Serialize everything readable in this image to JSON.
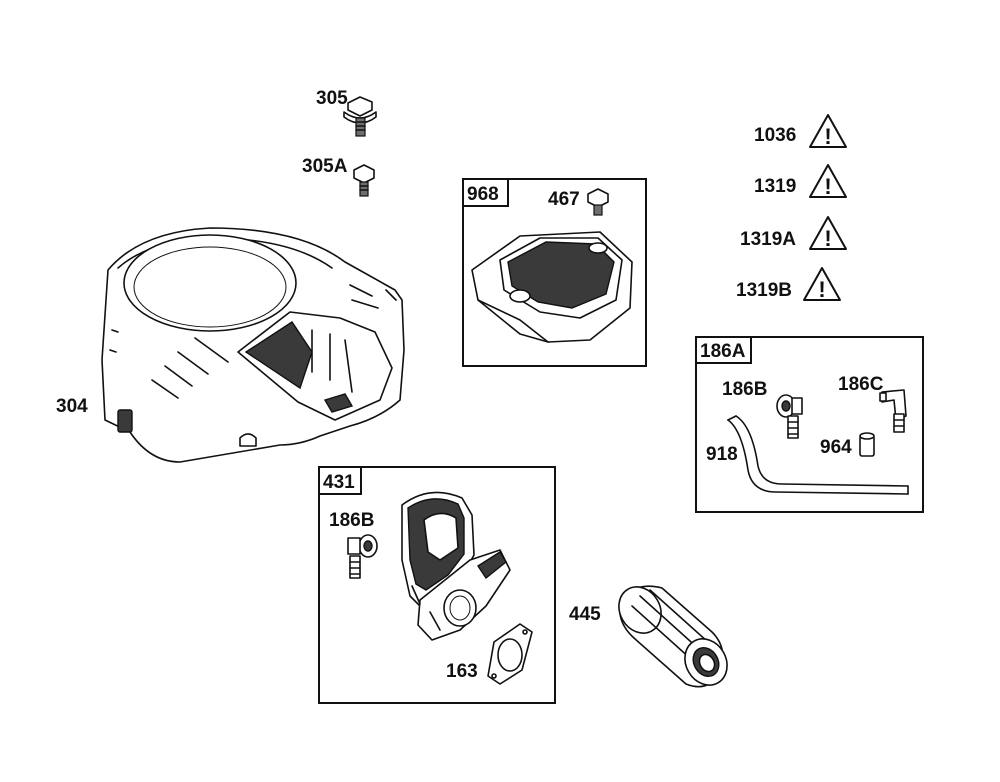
{
  "parts": {
    "p305": "305",
    "p305a": "305A",
    "p304": "304",
    "p968": "968",
    "p467": "467",
    "p1036": "1036",
    "p1319": "1319",
    "p1319a": "1319A",
    "p1319b": "1319B",
    "p186a": "186A",
    "p186b_kit": "186B",
    "p186c": "186C",
    "p918": "918",
    "p964": "964",
    "p431": "431",
    "p186b": "186B",
    "p163": "163",
    "p445": "445"
  },
  "warning_symbol": "!",
  "colors": {
    "line": "#111111",
    "shade": "#3a3a3a",
    "background": "#ffffff"
  },
  "icons": [
    "blower-housing",
    "screw-icon",
    "cover-icon",
    "warning-icon",
    "elbow-fitting-icon",
    "hose-icon",
    "air-cleaner-base-icon",
    "gasket-icon",
    "filter-cartridge-icon"
  ]
}
